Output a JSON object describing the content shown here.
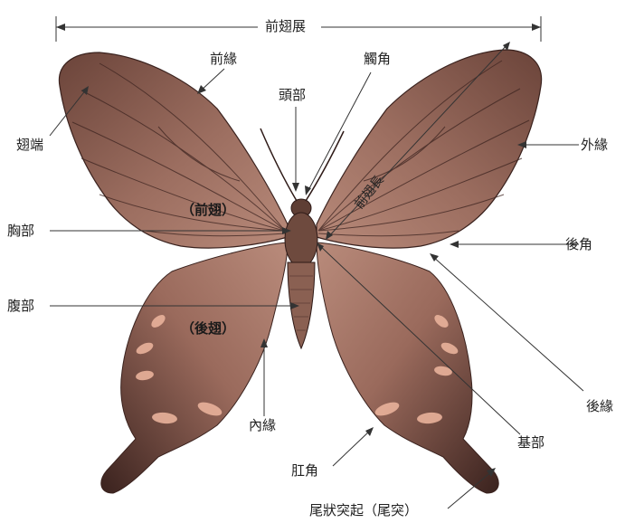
{
  "title": "前翅展",
  "labels": {
    "forewing_span": "前翅展",
    "forewing_span_inner": "前翅長",
    "costa": "前緣",
    "antenna": "觸角",
    "head": "頭部",
    "apex": "翅端",
    "outer_margin": "外緣",
    "forewing": "（前翅）",
    "thorax": "胸部",
    "tornus": "後角",
    "abdomen": "腹部",
    "hindwing": "（後翅）",
    "inner_margin": "內緣",
    "hind_margin": "後緣",
    "base": "基部",
    "anal_angle": "肛角",
    "tail": "尾狀突起（尾突）"
  },
  "colors": {
    "wing_base": "#a7776a",
    "wing_dark": "#5a3a32",
    "wing_vein": "#3d2420",
    "body": "#6e4a3e",
    "hind_dark": "#2e1a17",
    "lunule": "#e9b29b",
    "line": "#333333"
  }
}
